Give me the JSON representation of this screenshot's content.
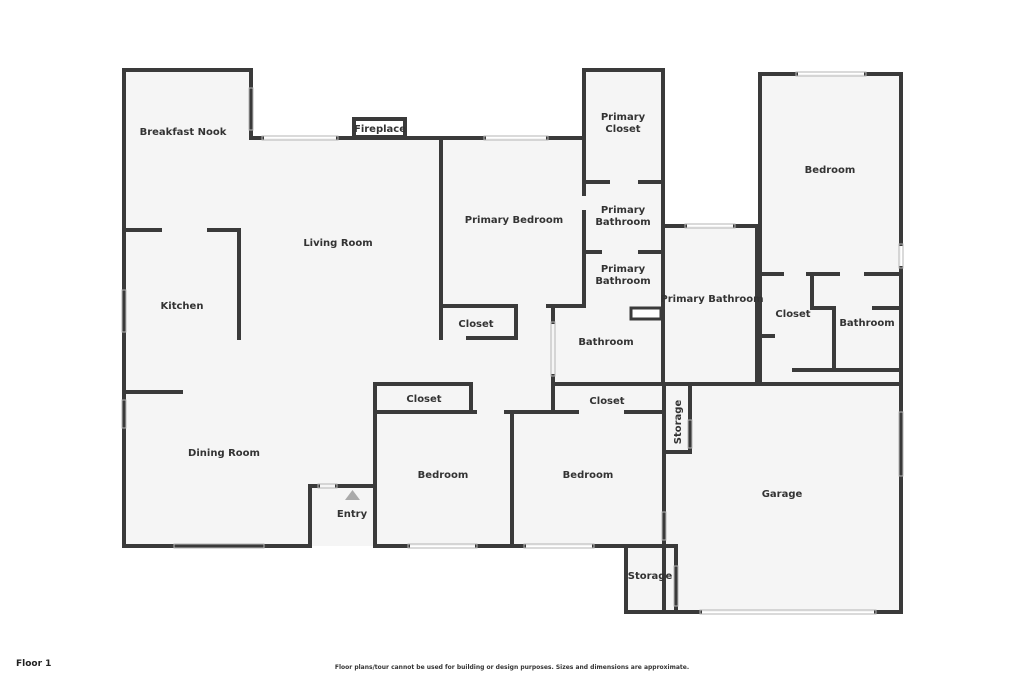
{
  "floor_label": "Floor 1",
  "disclaimer": "Floor plans/tour cannot be used for building or design purposes. Sizes and dimensions are approximate.",
  "rooms": {
    "breakfast_nook": "Breakfast Nook",
    "fireplace": "Fireplace",
    "living_room": "Living Room",
    "kitchen": "Kitchen",
    "dining_room": "Dining Room",
    "entry": "Entry",
    "primary_bedroom": "Primary Bedroom",
    "primary_closet_1": "Primary",
    "primary_closet_2": "Closet",
    "primary_bathroom_a_1": "Primary",
    "primary_bathroom_a_2": "Bathroom",
    "primary_bathroom_b_1": "Primary",
    "primary_bathroom_b_2": "Bathroom",
    "primary_bathroom_c": "Primary Bathroom",
    "closet_primary_bed": "Closet",
    "bathroom_center": "Bathroom",
    "closet_left": "Closet",
    "closet_center": "Closet",
    "bedroom_left": "Bedroom",
    "bedroom_center": "Bedroom",
    "storage_vertical": "Storage",
    "bedroom_right": "Bedroom",
    "closet_right": "Closet",
    "bathroom_right": "Bathroom",
    "garage": "Garage",
    "storage_bottom": "Storage"
  },
  "colors": {
    "floor": "#f5f5f5",
    "wall": "#3a3a3a",
    "text": "#333333"
  }
}
